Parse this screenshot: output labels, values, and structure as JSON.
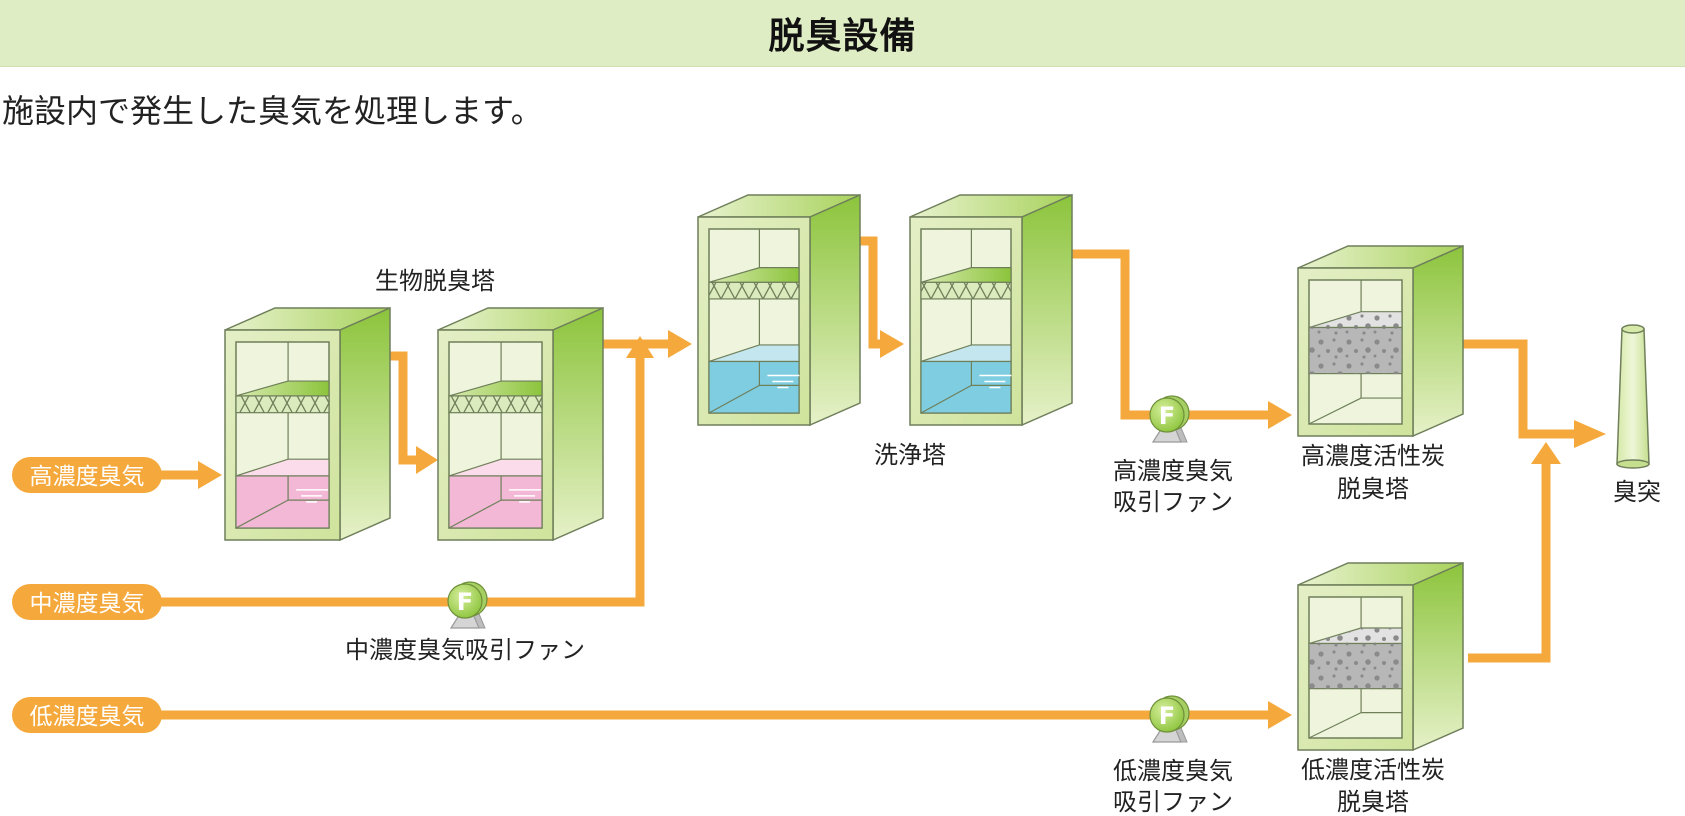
{
  "header": {
    "title": "脱臭設備"
  },
  "description": "施設内で発生した臭気を処理します。",
  "colors": {
    "header_bg": "#dfedc4",
    "flow": "#f5a93c",
    "tower_green": "#8cc43c",
    "bio_liquid": "#f2b8d6",
    "wash_liquid": "#7ecde0",
    "carbon": "#b7b7b7"
  },
  "inputs": {
    "high": "高濃度臭気",
    "medium": "中濃度臭気",
    "low": "低濃度臭気"
  },
  "towers": {
    "bio": "生物脱臭塔",
    "wash": "洗浄塔",
    "high_carbon": [
      "高濃度活性炭",
      "脱臭塔"
    ],
    "low_carbon": [
      "低濃度活性炭",
      "脱臭塔"
    ],
    "stack": "臭突"
  },
  "fans": {
    "fan_symbol": "F",
    "medium": "中濃度臭気吸引ファン",
    "high": [
      "高濃度臭気",
      "吸引ファン"
    ],
    "low": [
      "低濃度臭気",
      "吸引ファン"
    ]
  }
}
